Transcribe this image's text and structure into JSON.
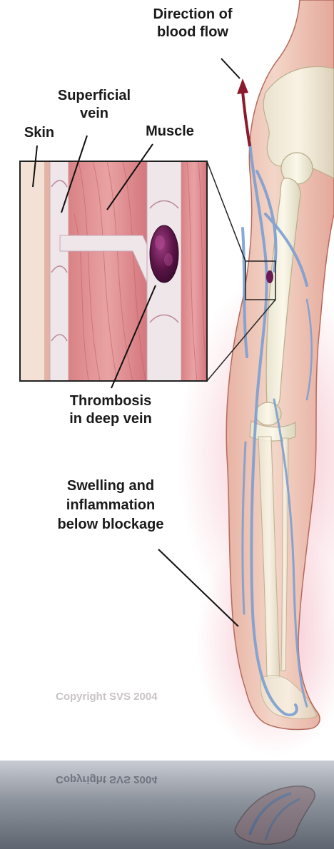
{
  "labels": {
    "direction_line1": "Direction of",
    "direction_line2": "blood flow",
    "superficial_line1": "Superficial",
    "superficial_line2": "vein",
    "skin": "Skin",
    "muscle": "Muscle",
    "thrombosis_line1": "Thrombosis",
    "thrombosis_line2": "in deep vein",
    "swelling_line1": "Swelling and",
    "swelling_line2": "inflammation",
    "swelling_line3": "below blockage"
  },
  "copyright": "Copyright SVS 2004",
  "colors": {
    "skin": "#f2e1d4",
    "muscle": "#d9848a",
    "vein": "#7d9fd2",
    "clot": "#5a1446",
    "arrow": "#8b1a2a",
    "inflammation": "#f4b8c4"
  }
}
